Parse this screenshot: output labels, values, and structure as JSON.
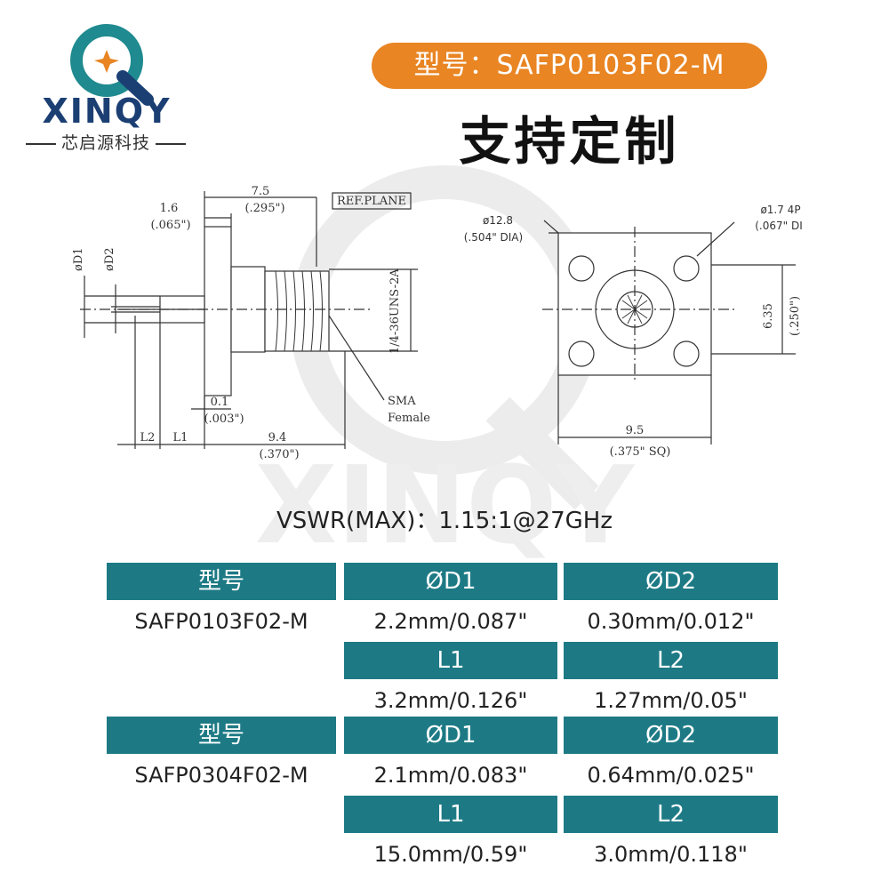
{
  "logo": {
    "name": "XINQY",
    "subtitle": "芯启源科技"
  },
  "header": {
    "model_label": "型号：SAFP0103F02-M",
    "custom_title": "支持定制"
  },
  "drawing": {
    "side": {
      "dim_7_5": "7.5",
      "dim_295": "(.295\")",
      "dim_1_6": "1.6",
      "dim_065": "(.065\")",
      "ref_plane": "REF.PLANE",
      "d1": "øD1",
      "d2": "øD2",
      "thread": "1/4-36UNS-2A",
      "dim_0_1": "0.1",
      "dim_003": "(.003\")",
      "sma": "SMA",
      "female": "Female",
      "l2": "L2",
      "l1": "L1",
      "dim_9_4": "9.4",
      "dim_370": "(.370\")"
    },
    "front": {
      "dia_12_8": "ø12.8",
      "dia_504": "(.504\"  DIA)",
      "hole": "ø1.7  4P",
      "hole_in": "(.067\"  DI",
      "dim_6_35": "6.35",
      "dim_250": "(.250\")",
      "dim_9_5": "9.5",
      "dim_375": "(.375\"    SQ)"
    }
  },
  "vswr": "VSWR(MAX)：1.15:1@27GHz",
  "specs": [
    {
      "head_model": "型号",
      "model": "SAFP0103F02-M",
      "head_d1": "ØD1",
      "d1": "2.2mm/0.087\"",
      "head_d2": "ØD2",
      "d2": "0.30mm/0.012\"",
      "head_l1": "L1",
      "l1": "3.2mm/0.126\"",
      "head_l2": "L2",
      "l2": "1.27mm/0.05\""
    },
    {
      "head_model": "型号",
      "model": "SAFP0304F02-M",
      "head_d1": "ØD1",
      "d1": "2.1mm/0.083\"",
      "head_d2": "ØD2",
      "d2": "0.64mm/0.025\"",
      "head_l1": "L1",
      "l1": "15.0mm/0.59\"",
      "head_l2": "L2",
      "l2": "3.0mm/0.118\""
    }
  ],
  "colors": {
    "accent": "#e98523",
    "table_head": "#1d7a85",
    "logo_teal": "#1f8a8f",
    "logo_navy": "#1b3f73"
  }
}
